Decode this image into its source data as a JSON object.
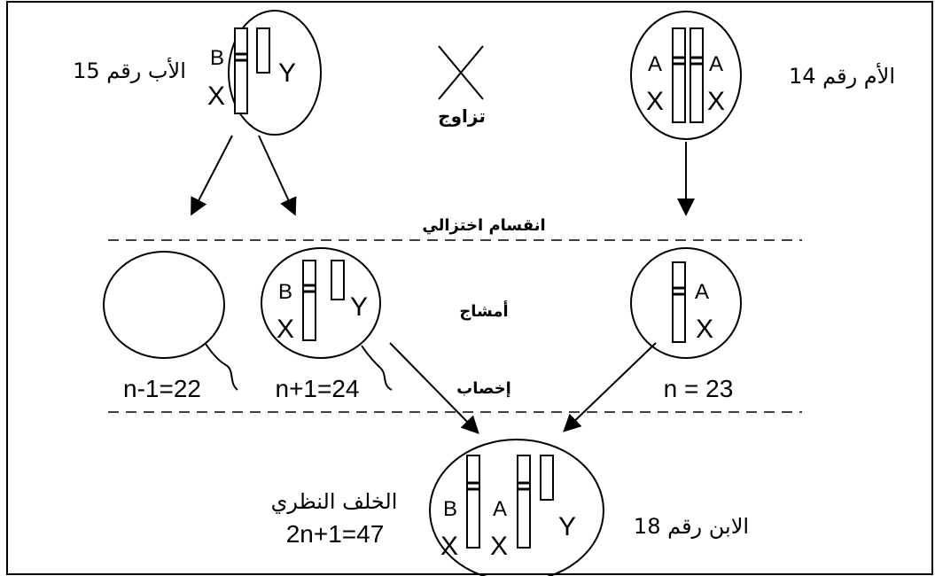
{
  "parents": {
    "father_label": "الأب رقم 15",
    "mother_label": "الأم رقم 14",
    "mating_label": "تزاوج"
  },
  "stages": {
    "meiosis_label": "انقسام اختزالي",
    "gametes_label": "أمشاج",
    "fertilization_label": "إخصاب"
  },
  "gametes": {
    "g1_formula": "n-1=22",
    "g2_formula": "n+1=24",
    "g3_formula": "n = 23"
  },
  "offspring": {
    "label": "الابن رقم 18",
    "theory_label": "الخلف النظري",
    "theory_formula": "2n+1=47"
  },
  "alleles": {
    "B": "B",
    "A": "A",
    "X": "X",
    "Y": "Y"
  }
}
